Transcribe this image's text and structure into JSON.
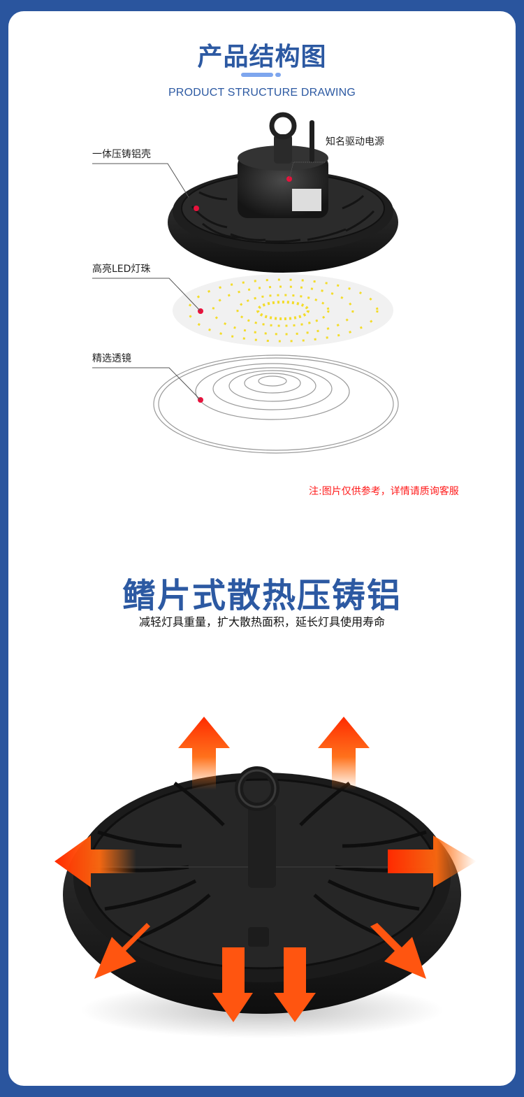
{
  "section1": {
    "title": "产品结构图",
    "subtitle_en": "PRODUCT STRUCTURE DRAWING",
    "callouts": [
      {
        "label": "一体压铸铝壳"
      },
      {
        "label": "知名驱动电源"
      },
      {
        "label": "高亮LED灯珠"
      },
      {
        "label": "精选透镜"
      }
    ],
    "note": "注:图片仅供参考，详情请质询客服"
  },
  "section2": {
    "title": "鳍片式散热压铸铝",
    "subtitle": "减轻灯具重量，扩大散热面积，延长灯具使用寿命"
  },
  "colors": {
    "background": "#2a559e",
    "title_blue": "#2c59a2",
    "divider": "#7ea6ee",
    "note_red": "#ff1a1a",
    "arrow_orange": "#ff5a10",
    "marker_red": "#e8123c"
  }
}
